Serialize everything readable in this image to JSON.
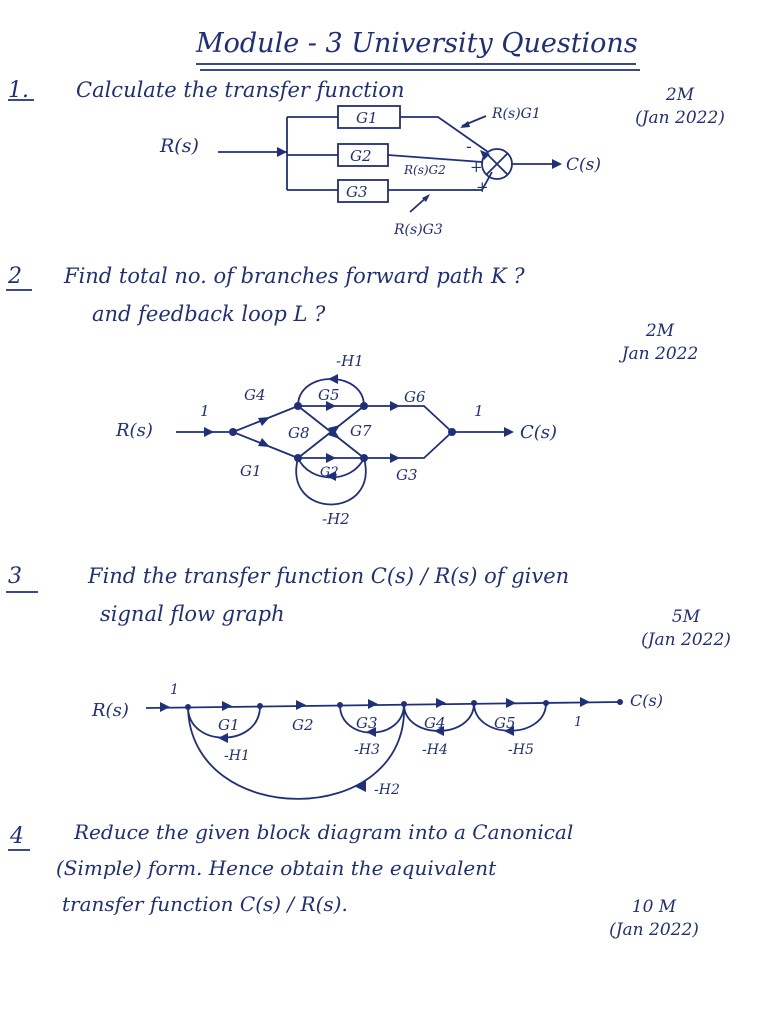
{
  "page": {
    "title": "Module - 3  University  Questions"
  },
  "q1": {
    "num": "1.",
    "text": "Calculate   the transfer function",
    "marks": "2M",
    "date": "(Jan 2022)",
    "fig": {
      "input": "R(s)",
      "output": "C(s)",
      "blocks": [
        "G1",
        "G2",
        "G3"
      ],
      "signals": [
        "R(s)G1",
        "R(s)G2",
        "R(s)G3"
      ],
      "signs": [
        "-",
        "+",
        "+"
      ]
    }
  },
  "q2": {
    "num": "2",
    "line1": "Find   total no. of branches forward path K ?",
    "line2": "and   feedback  loop L ?",
    "marks": "2M",
    "date": "Jan 2022",
    "fig": {
      "input": "R(s)",
      "output": "C(s)",
      "gains": [
        "G4",
        "G5",
        "G6",
        "G8",
        "G7",
        "G1",
        "G2",
        "G3",
        "1",
        "1"
      ],
      "loops": [
        "-H1",
        "-H2"
      ]
    }
  },
  "q3": {
    "num": "3",
    "line1": "Find  the transfer  function C(s) / R(s)  of  given",
    "line2": "signal  flow  graph",
    "marks": "5M",
    "date": "(Jan 2022)",
    "fig": {
      "input": "R(s)",
      "output": "C(s)",
      "gains": [
        "1",
        "G1",
        "G2",
        "G3",
        "G4",
        "G5",
        "1"
      ],
      "loops": [
        "-H1",
        "-H3",
        "-H4",
        "-H5",
        "-H2"
      ]
    }
  },
  "q4": {
    "num": "4",
    "line1": "Reduce  the  given  block  diagram  into   a  Canonical",
    "line2": "(Simple) form.  Hence  obtain   the  equivalent",
    "line3": "transfer  function  C(s) / R(s).",
    "marks": "10 M",
    "date": "(Jan 2022)"
  }
}
